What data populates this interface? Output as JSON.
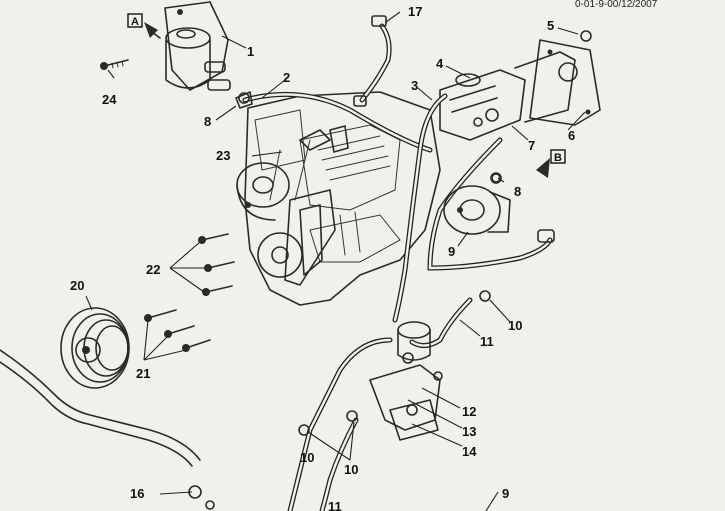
{
  "header_fragment": "0-01-9-00/12/2007",
  "view_markers": [
    {
      "id": "view-a",
      "label": "A"
    },
    {
      "id": "view-b",
      "label": "B"
    }
  ],
  "callouts": [
    "1",
    "2",
    "3",
    "4",
    "5",
    "6",
    "7",
    "8",
    "8",
    "9",
    "9",
    "10",
    "10",
    "10",
    "11",
    "11",
    "12",
    "13",
    "14",
    "16",
    "17",
    "20",
    "21",
    "22",
    "23",
    "24"
  ],
  "colors": {
    "paper": "#f1f1ec",
    "ink": "#2a2a2a"
  }
}
